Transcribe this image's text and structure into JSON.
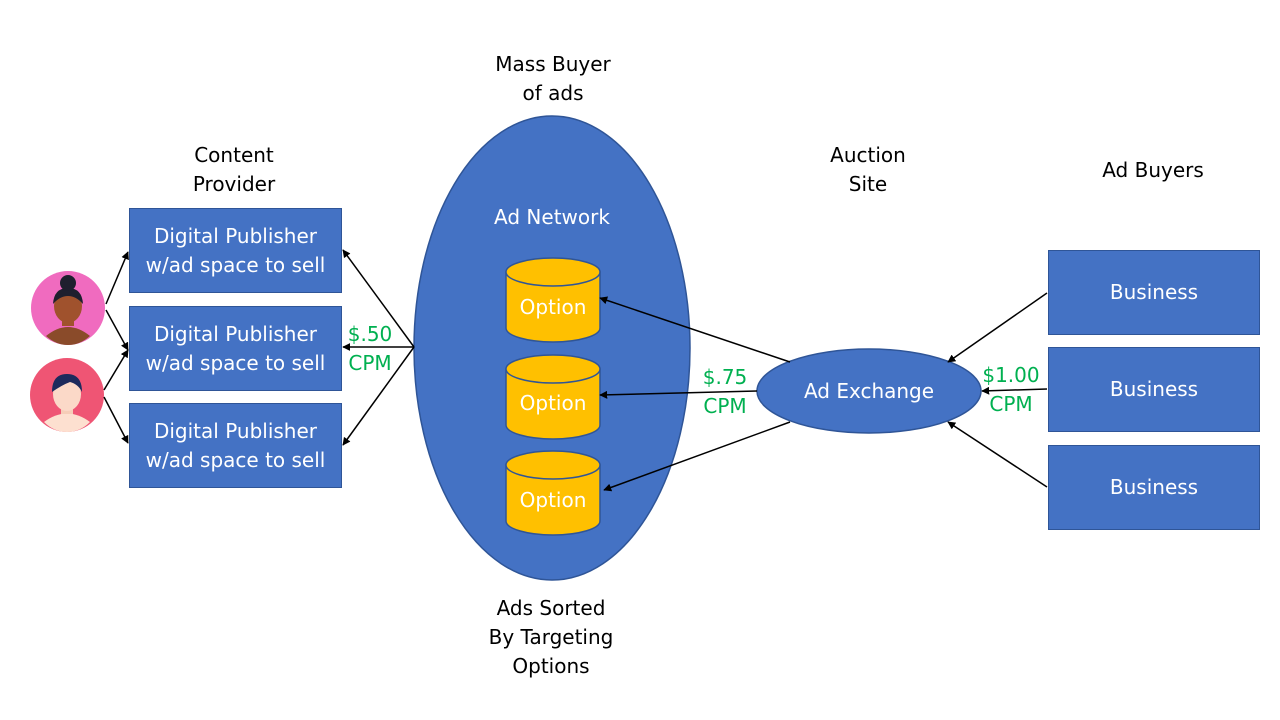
{
  "labels": {
    "content_provider": [
      "Content",
      "Provider"
    ],
    "mass_buyer": [
      "Mass Buyer",
      "of ads"
    ],
    "auction_site": [
      "Auction",
      "Site"
    ],
    "ad_buyers": "Ad Buyers",
    "ads_sorted": [
      "Ads Sorted",
      "By Targeting",
      "Options"
    ]
  },
  "publishers": [
    [
      "Digital Publisher",
      "w/ad space to sell"
    ],
    [
      "Digital Publisher",
      "w/ad space to sell"
    ],
    [
      "Digital Publisher",
      "w/ad space to sell"
    ]
  ],
  "ad_network": {
    "title": "Ad Network",
    "options": [
      "Option",
      "Option",
      "Option"
    ]
  },
  "ad_exchange": "Ad Exchange",
  "businesses": [
    "Business",
    "Business",
    "Business"
  ],
  "prices": {
    "network": [
      "$.50",
      "CPM"
    ],
    "exchange": [
      "$.75",
      "CPM"
    ],
    "buyers": [
      "$1.00",
      "CPM"
    ]
  },
  "colors": {
    "box_fill": "#4472c4",
    "box_border": "#2f5597",
    "option_fill": "#ffc000",
    "price_text": "#00b050",
    "avatar_1_bg": "#f06bbf",
    "avatar_2_bg": "#ef5574"
  },
  "icons": [
    "woman-avatar-icon",
    "person-avatar-icon"
  ]
}
